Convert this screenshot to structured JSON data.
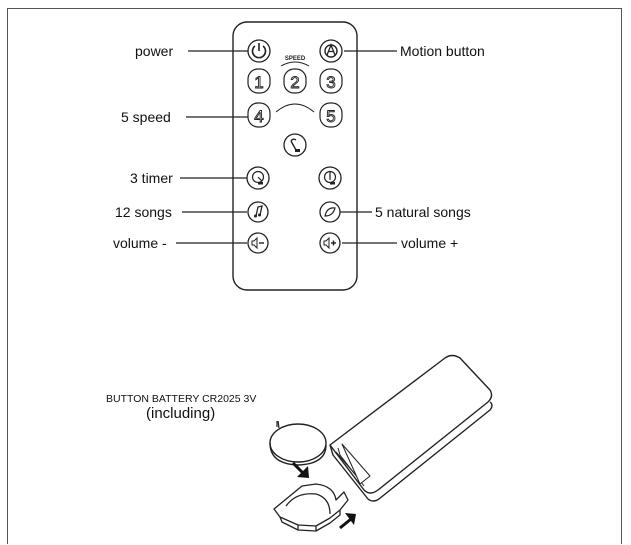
{
  "remote": {
    "speed_header": "SPEED",
    "speed_keys": [
      "1",
      "2",
      "3",
      "4",
      "5"
    ]
  },
  "labels": {
    "power": "power",
    "motion": "Motion button",
    "speed": "5 speed",
    "timer": "3 timer",
    "songs": "12 songs",
    "natural_songs": "5 natural songs",
    "volume_minus": "volume -",
    "volume_plus": "volume +"
  },
  "battery": {
    "label": "BUTTON BATTERY CR2025 3V",
    "sub_label": "(including)"
  },
  "icons": [
    "power-icon",
    "motion-icon",
    "swing-icon",
    "timer-icon",
    "timer-down-icon",
    "music-note-icon",
    "leaf-icon",
    "speaker-minus-icon",
    "speaker-plus-icon"
  ],
  "colors": {
    "line": "#222222",
    "frame": "#555555"
  }
}
